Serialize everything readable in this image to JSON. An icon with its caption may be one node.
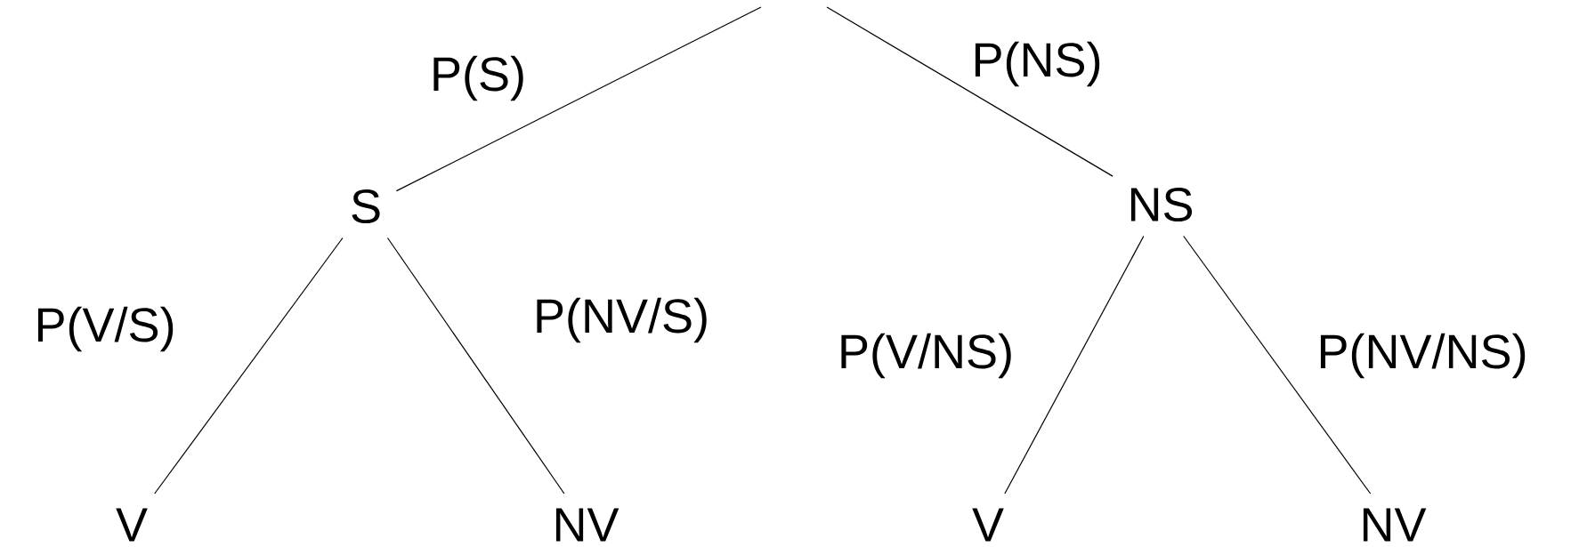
{
  "diagram": {
    "nodes": [
      {
        "text": [
          "S"
        ]
      },
      {
        "text": [
          "NS"
        ]
      },
      {
        "text": [
          "V"
        ]
      },
      {
        "text": [
          "NV"
        ]
      },
      {
        "text": [
          "V"
        ]
      },
      {
        "text": [
          "NV"
        ]
      }
    ],
    "edges": [
      {
        "from": null,
        "to": 0,
        "arrow": "none",
        "label": "P(S)"
      },
      {
        "from": null,
        "to": 1,
        "arrow": "none",
        "label": "P(NS)"
      },
      {
        "from": 0,
        "to": 2,
        "arrow": "none",
        "label": "P(V/S)"
      },
      {
        "from": 0,
        "to": 3,
        "arrow": "none",
        "label": "P(NV/S)"
      },
      {
        "from": 1,
        "to": 4,
        "arrow": "none",
        "label": "P(V/NS)"
      },
      {
        "from": 1,
        "to": 5,
        "arrow": "none",
        "label": "P(NV/NS)"
      }
    ]
  }
}
